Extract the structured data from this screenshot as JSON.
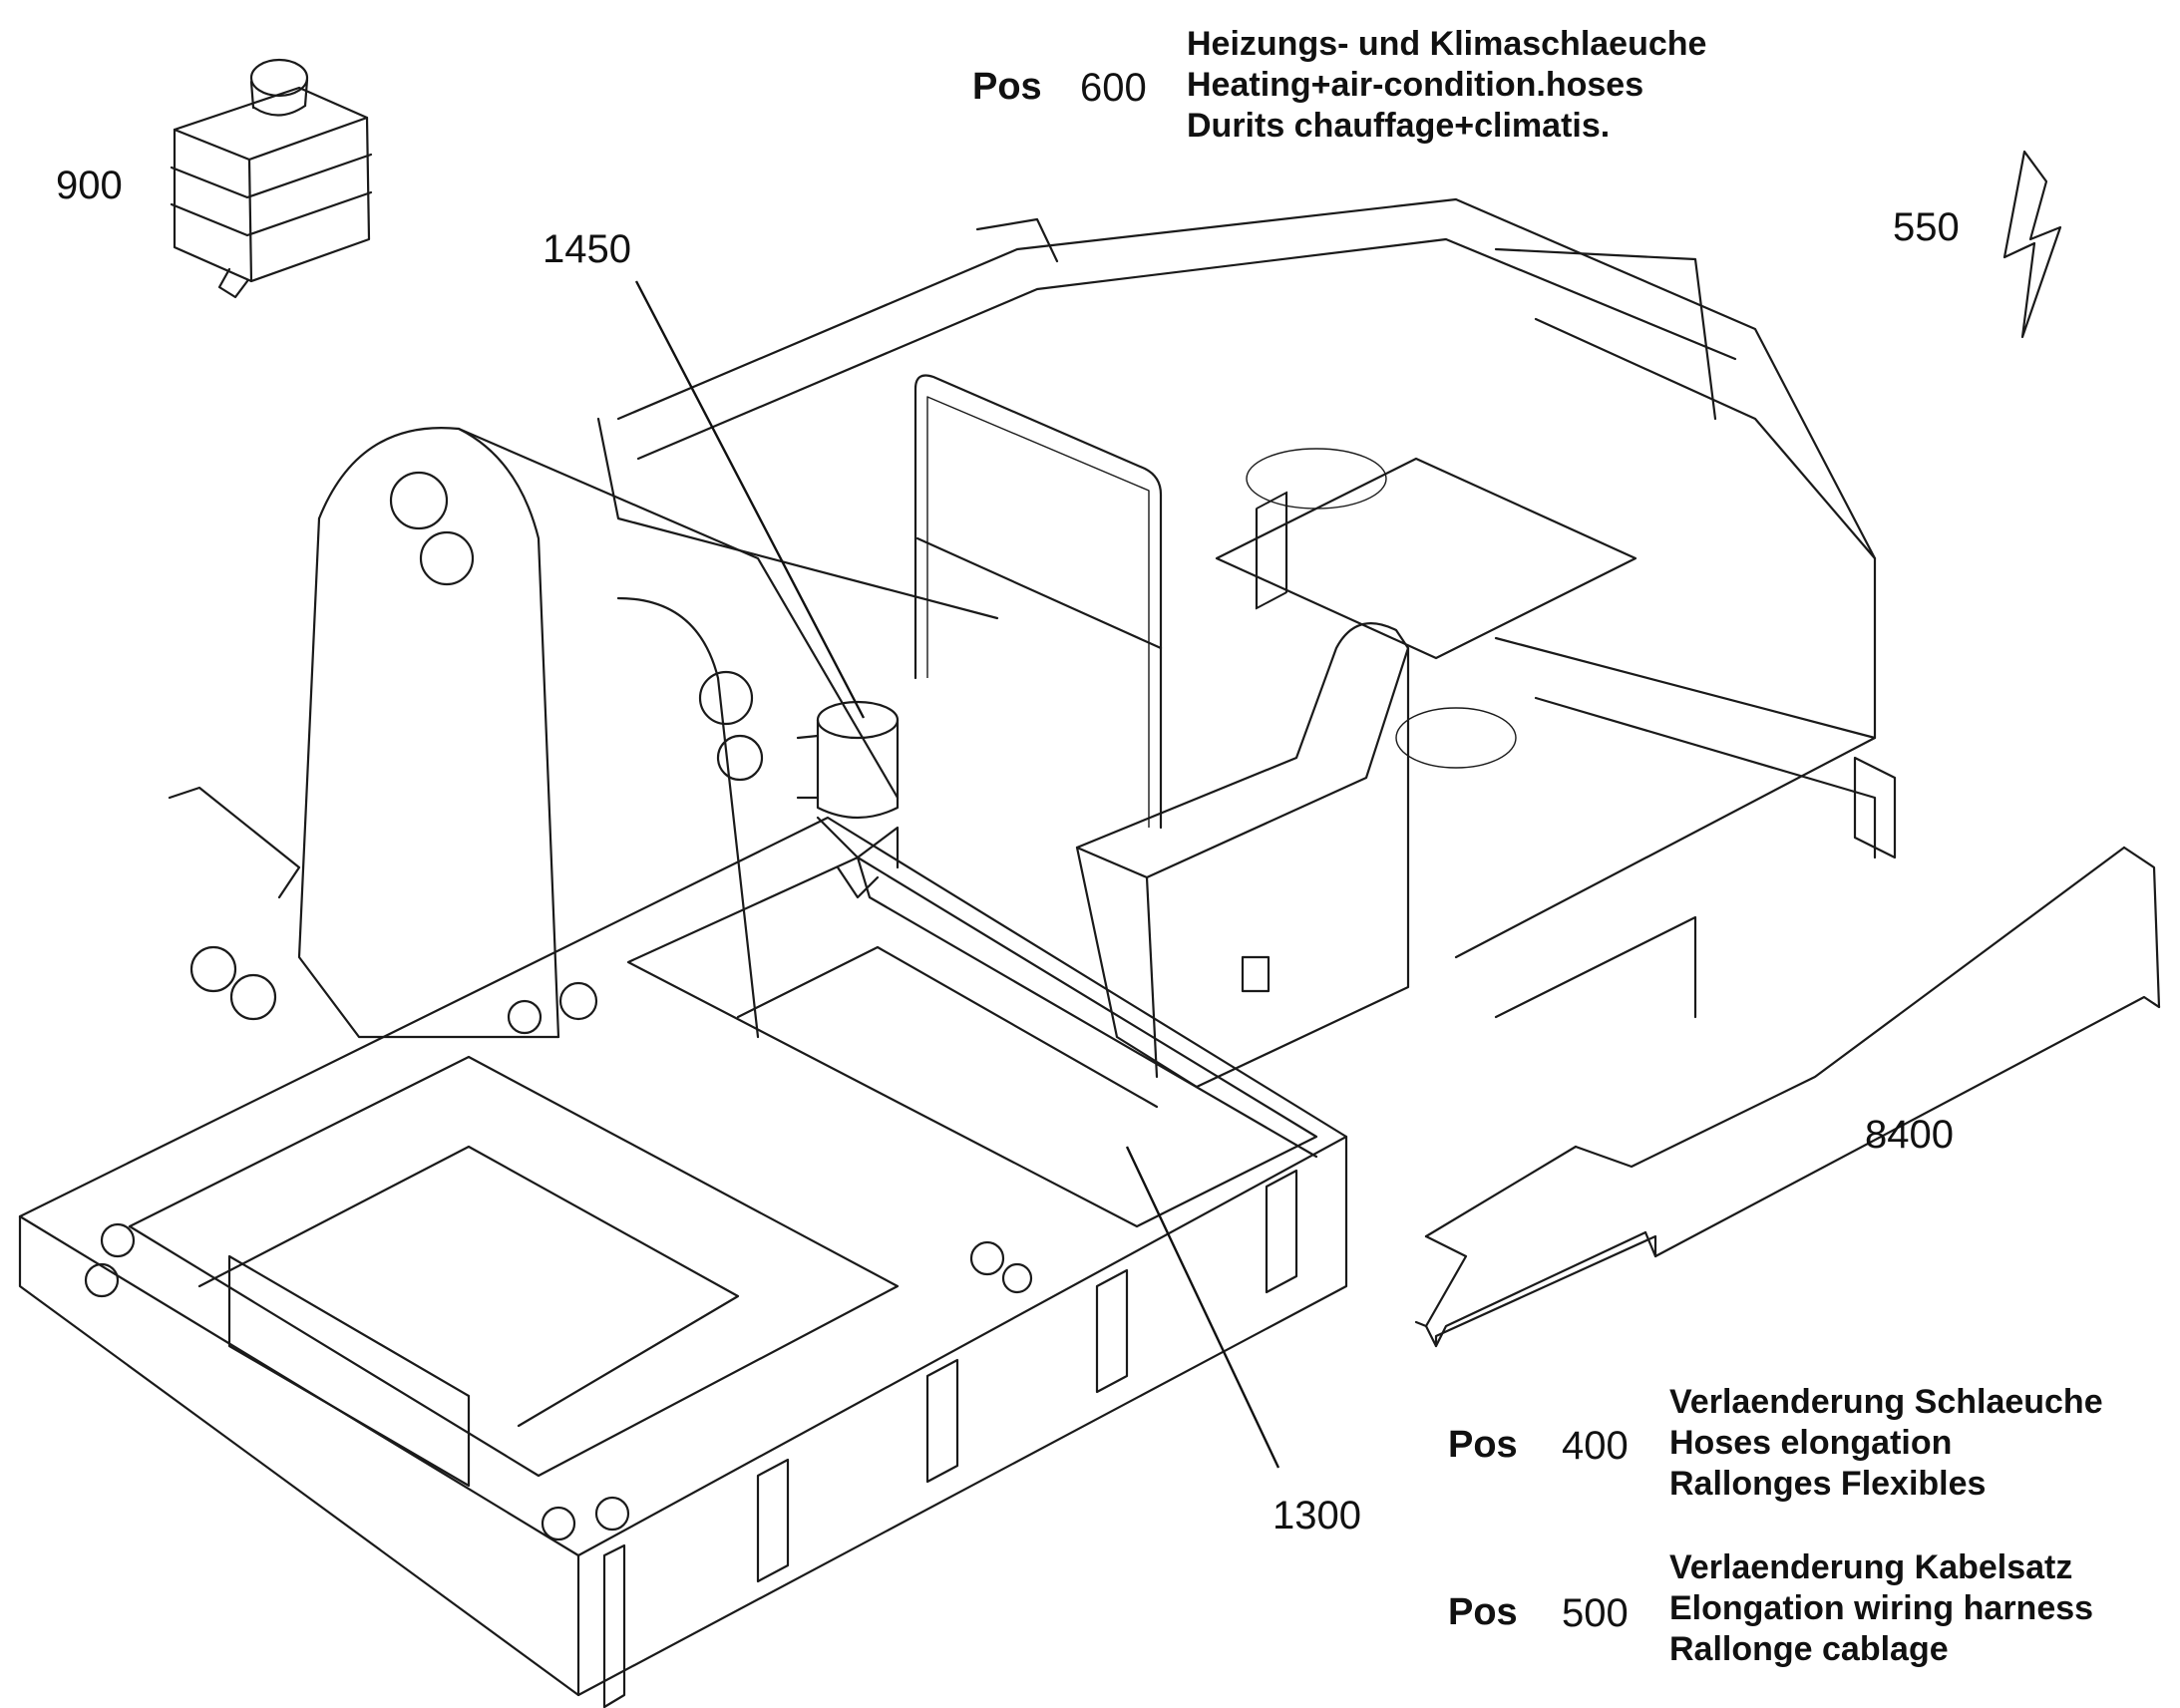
{
  "callouts": {
    "c900": "900",
    "c1450": "1450",
    "c550": "550",
    "c8400": "8400",
    "c1300": "1300"
  },
  "positions": [
    {
      "pos_label": "Pos",
      "number": "600",
      "lines": [
        "Heizungs- und Klimaschlaeuche",
        "Heating+air-condition.hoses",
        "Durits chauffage+climatis."
      ]
    },
    {
      "pos_label": "Pos",
      "number": "400",
      "lines": [
        "Verlaenderung Schlaeuche",
        "Hoses elongation",
        "Rallonges Flexibles"
      ]
    },
    {
      "pos_label": "Pos",
      "number": "500",
      "lines": [
        "Verlaenderung Kabelsatz",
        "Elongation wiring harness",
        "Rallonge cablage"
      ]
    }
  ],
  "icons": {
    "electric": "lightning-bolt-icon"
  }
}
